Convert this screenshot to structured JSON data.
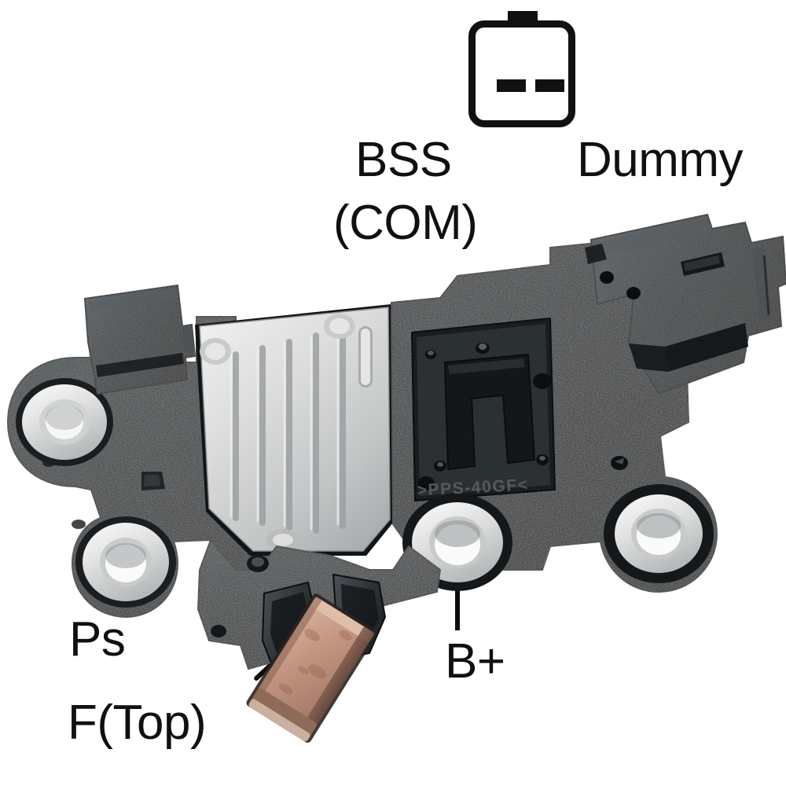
{
  "image": {
    "subject": "alternator voltage regulator with brush holder",
    "background_color": "#ffffff"
  },
  "connector_diagram": {
    "name": "two-pin connector pinout",
    "icon": "two-slot-connector-icon",
    "pin_count": 2,
    "pins": [
      {
        "label": "BSS (COM)",
        "position": "left"
      },
      {
        "label": "Dummy",
        "position": "right"
      }
    ],
    "outline_color": "#111111"
  },
  "labels": {
    "bss": "BSS",
    "com": "(COM)",
    "dummy": "Dummy",
    "ps": "Ps",
    "f_top": "F(Top)",
    "b_plus": "B+"
  },
  "part": {
    "molded_marking": ">PPS-40GF<",
    "colors": {
      "housing_black": "#2e3336",
      "housing_black_dark": "#1b1f22",
      "housing_black_light": "#4a5055",
      "heatsink_silver": "#d6d6d6",
      "heatsink_silver_dark": "#9aa0a2",
      "eyelet_metal": "#e8e8e8",
      "brush_copper": "#c39580",
      "brush_copper_dark": "#8a6351",
      "leader_line": "#0d0d0d",
      "text": "#101010"
    },
    "features": [
      {
        "name": "left-mounting-hole-upper",
        "type": "mounting-hole"
      },
      {
        "name": "left-mounting-hole-lower",
        "type": "mounting-hole",
        "callout": "Ps"
      },
      {
        "name": "right-mounting-hole",
        "type": "mounting-hole"
      },
      {
        "name": "center-mounting-hole",
        "type": "mounting-hole",
        "callout": "B+"
      },
      {
        "name": "heatsink",
        "type": "aluminium-finned-heatsink",
        "fin_count": 6
      },
      {
        "name": "right-connector-housing",
        "type": "plug-connector"
      },
      {
        "name": "left-connector-stub",
        "type": "terminal-stub"
      },
      {
        "name": "carbon-brush",
        "type": "brush",
        "callout": "F(Top)"
      }
    ]
  }
}
